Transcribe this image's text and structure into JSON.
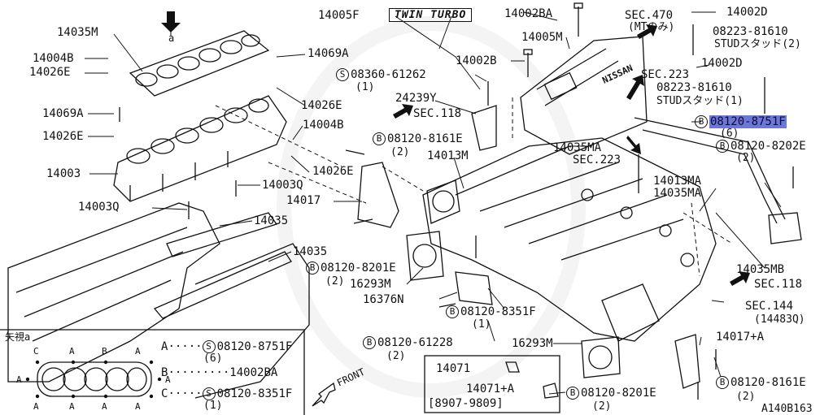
{
  "labels": {
    "p14035M": "14035M",
    "p14004B_a": "14004B",
    "p14026E_a": "14026E",
    "p14069A_a": "14069A",
    "p14026E_b": "14026E",
    "p14003": "14003",
    "p14003Q_a": "14003Q",
    "p14069A_b": "14069A",
    "p14026E_c": "14026E",
    "p14004B_b": "14004B",
    "p14026E_d": "14026E",
    "p14003Q_b": "14003Q",
    "p14017": "14017",
    "p14035_a": "14035",
    "p14035_b": "14035",
    "p16293M_a": "16293M",
    "p16376N": "16376N",
    "p14005F": "14005F",
    "twin_turbo": "TWIN TURBO",
    "p14002BA": "14002BA",
    "p14005M": "14005M",
    "p14002B": "14002B",
    "p24239Y": "24239Y",
    "sec118_a": "SEC.118",
    "p14013M": "14013M",
    "p14035MA_a": "14035MA",
    "sec223_a": "SEC.223",
    "sec470": "SEC.470",
    "sec470_note": "(MTのみ)",
    "p14002D_a": "14002D",
    "p08223_a": "08223-81610",
    "stud_a": "STUDスタッド(2)",
    "p14002D_b": "14002D",
    "p08223_b": "08223-81610",
    "stud_b": "STUDスタッド(1)",
    "sec223_b": "SEC.223",
    "p08120_8751F": "08120-8751F",
    "qty_8751F": "(6)",
    "p08120_8202E": "08120-8202E",
    "qty_8202E": "(2)",
    "p14013MA": "14013MA",
    "p14035MA_b": "14035MA",
    "p14035MB": "14035MB",
    "sec118_b": "SEC.118",
    "sec144": "SEC.144",
    "sec144_sub": "(14483Q)",
    "p14017A": "14017+A",
    "p08120_8161E_b": "08120-8161E",
    "qty_8161E_b": "(2)",
    "p16293M_b": "16293M",
    "p08360_61262": "08360-61262",
    "qty_61262": "(1)",
    "p08120_8161E_a": "08120-8161E",
    "qty_8161E_a": "(2)",
    "p08120_8201E_a": "08120-8201E",
    "qty_8201E_a": "(2)",
    "p08120_8351F": "08120-8351F",
    "qty_8351F": "(1)",
    "p08120_61228": "08120-61228",
    "qty_61228": "(2)",
    "p14071": "14071",
    "p14071A": "14071+A",
    "date_range": "[8907-9809]",
    "p08120_8201E_b": "08120-8201E",
    "qty_8201E_b": "(2)",
    "marker_a": "a",
    "front": "FRONT",
    "ref_code": "A140B163",
    "nissan": "NISSAN"
  },
  "symbols": {
    "B": "B",
    "S": "S"
  },
  "inset": {
    "title": "矢視a",
    "pins": [
      "C",
      "A",
      "B",
      "A",
      "A",
      "A",
      "A",
      "A",
      "A",
      "A"
    ],
    "legend": [
      {
        "key": "A",
        "leader": "·····",
        "sym": "S",
        "part": "08120-8751F",
        "qty": "(6)"
      },
      {
        "key": "B",
        "leader": "·········",
        "sym": "",
        "part": "14002BA",
        "qty": ""
      },
      {
        "key": "C",
        "leader": "·····",
        "sym": "S",
        "part": "08120-8351F",
        "qty": "(1)"
      }
    ]
  },
  "colors": {
    "highlight": "#6d78d6",
    "ink": "#111111"
  }
}
